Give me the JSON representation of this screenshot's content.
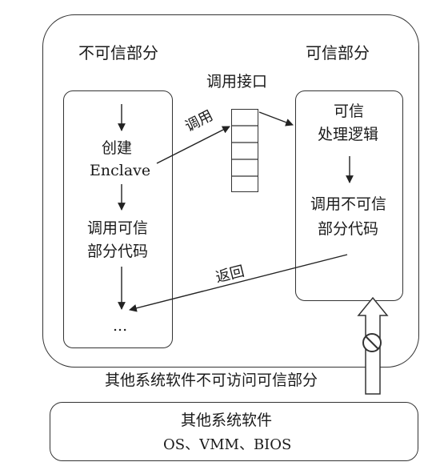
{
  "untrusted": {
    "title": "不可信部分",
    "step_create_1": "创建",
    "step_create_2": "Enclave",
    "step_call_1": "调用可信",
    "step_call_2": "部分代码",
    "ellipsis": "..."
  },
  "trusted": {
    "title": "可信部分",
    "logic_1": "可信",
    "logic_2": "处理逻辑",
    "call_1": "调用不可信",
    "call_2": "部分代码"
  },
  "interface": {
    "label": "调用接口",
    "call_label": "调用",
    "return_label": "返回"
  },
  "other": {
    "block_note": "其他系统软件不可访问可信部分",
    "title": "其他系统软件",
    "components": "OS、VMM、BIOS"
  },
  "colors": {
    "line": "#333333",
    "text": "#1a1a1a",
    "background": "#ffffff"
  }
}
